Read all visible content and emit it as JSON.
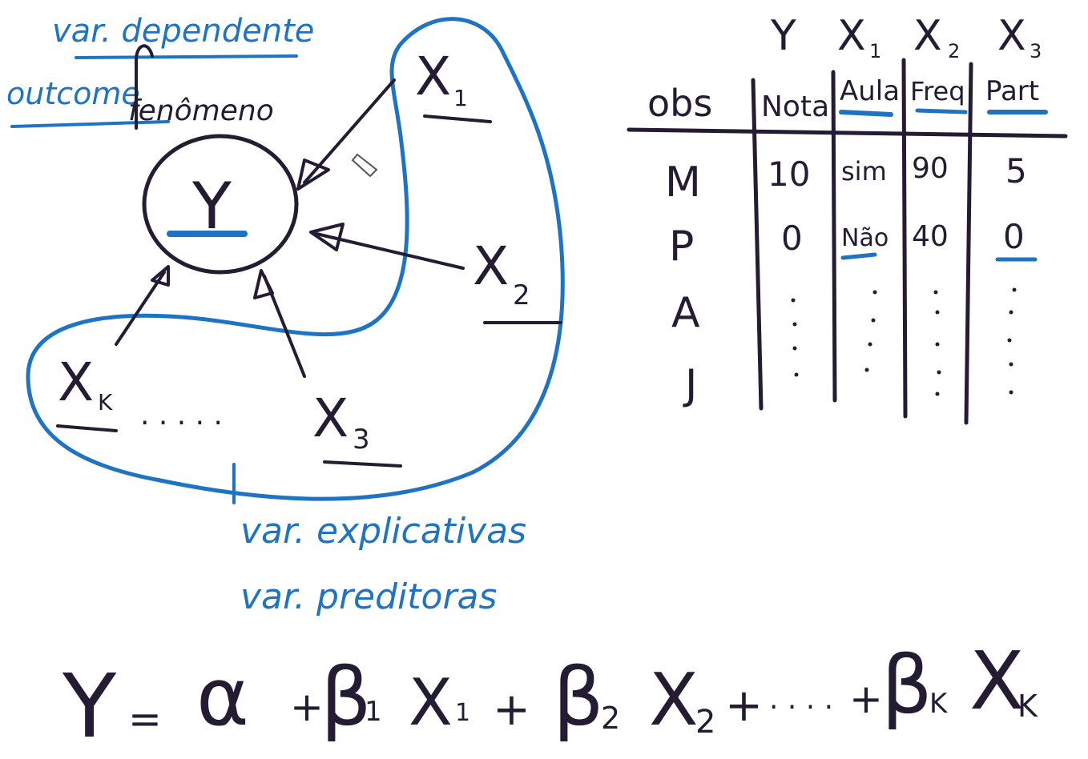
{
  "diagram": {
    "center_node": "Y",
    "labels": {
      "dependent_var": "var. dependente",
      "outcome": "outcome",
      "phenomenon": "fenômeno",
      "explanatory": "var. explicativas",
      "predictor": "var. preditoras",
      "ellipsis": ". . . . ."
    },
    "predictors": [
      {
        "base": "X",
        "sub": "1"
      },
      {
        "base": "X",
        "sub": "2"
      },
      {
        "base": "X",
        "sub": "3"
      },
      {
        "base": "X",
        "sub": "K"
      }
    ]
  },
  "table": {
    "top_headers": [
      "Y",
      "X",
      "X",
      "X"
    ],
    "top_subs": [
      "",
      "1",
      "2",
      "3"
    ],
    "col_headers": [
      "obs",
      "Nota",
      "Aula",
      "Freq",
      "Part"
    ],
    "rows": [
      {
        "obs": "M",
        "nota": "10",
        "aula": "sim",
        "freq": "90",
        "part": "5"
      },
      {
        "obs": "P",
        "nota": "0",
        "aula": "Não",
        "freq": "40",
        "part": "0"
      },
      {
        "obs": "A",
        "nota": "",
        "aula": "",
        "freq": "",
        "part": ""
      },
      {
        "obs": "J",
        "nota": "",
        "aula": "",
        "freq": "",
        "part": ""
      }
    ]
  },
  "equation": {
    "y": "Y",
    "eq": "=",
    "alpha": "α",
    "plus": "+",
    "b1": "β",
    "s1": "1",
    "x1": "X",
    "sx1": "1",
    "b2": "β",
    "s2": "2",
    "x2": "X",
    "sx2": "2",
    "dots": ". . . .",
    "bk": "β",
    "sk": "K",
    "xk": "X",
    "sxk": "K"
  },
  "colors": {
    "dark_ink": "#231c33",
    "blue_ink": "#1e74c2",
    "background": "#ffffff"
  }
}
